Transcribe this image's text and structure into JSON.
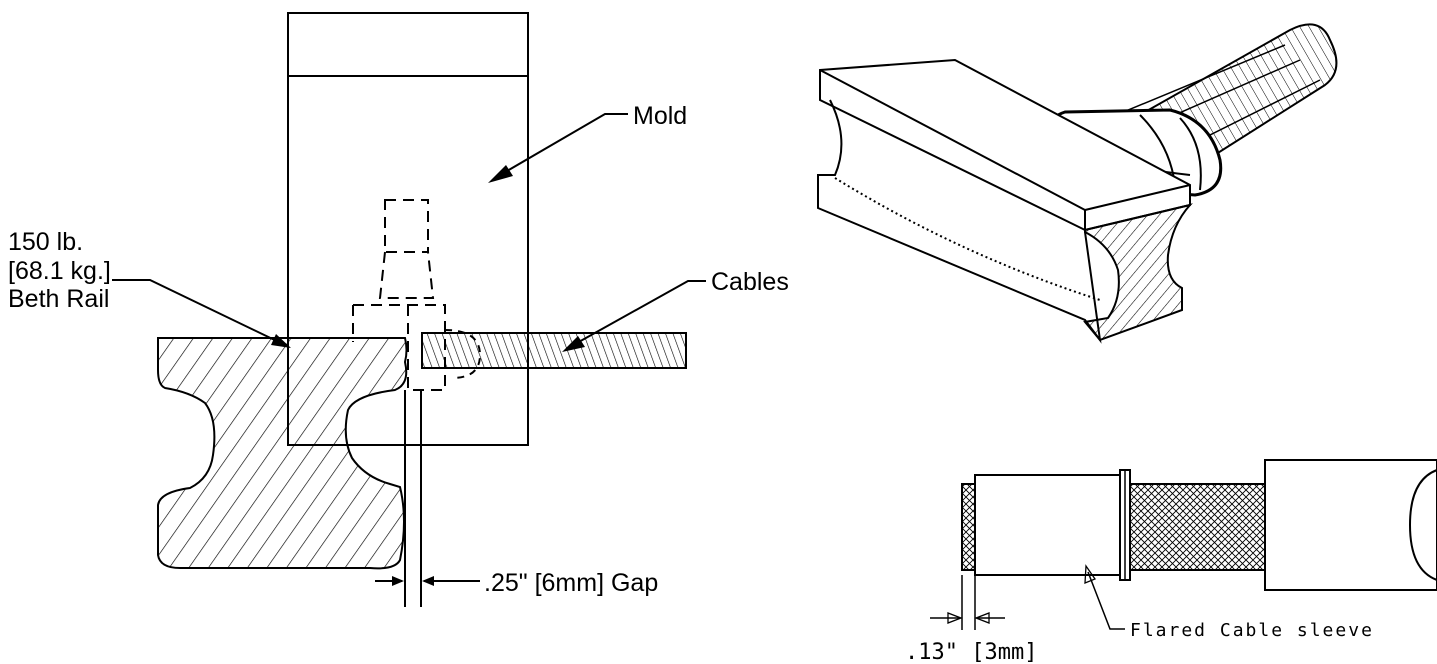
{
  "labels": {
    "mold": "Mold",
    "cables": "Cables",
    "rail_line1": "150 lb.",
    "rail_line2": "[68.1 kg.]",
    "rail_line3": "Beth Rail",
    "gap": ".25\" [6mm] Gap",
    "sleeve": "Flared Cable sleeve",
    "sleeve_dim": ".13\" [3mm]"
  },
  "colors": {
    "ink": "#000000",
    "background": "#ffffff"
  }
}
